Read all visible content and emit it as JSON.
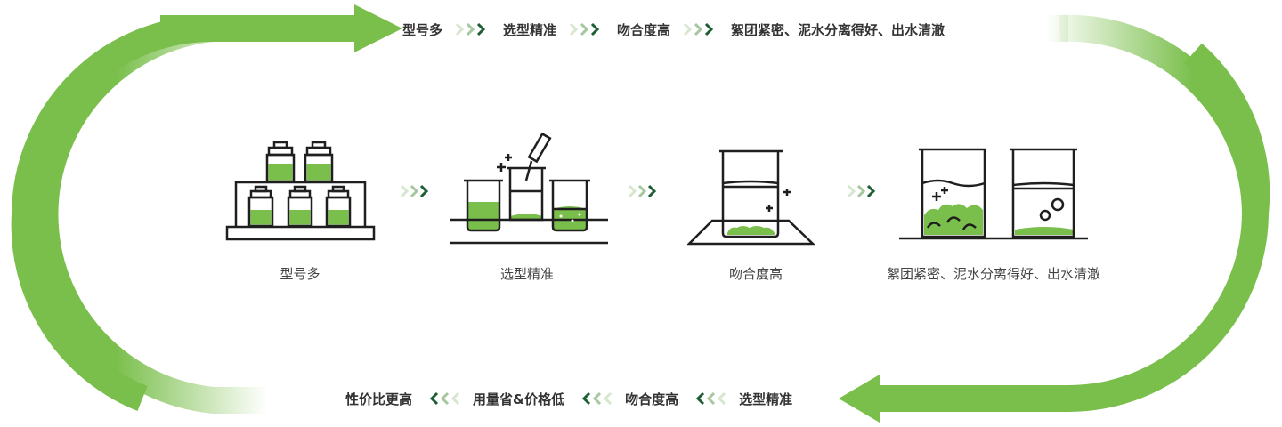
{
  "top_flow": {
    "steps": [
      "型号多",
      "选型精准",
      "吻合度高",
      "絮团紧密、泥水分离得好、出水清澈"
    ]
  },
  "process": {
    "steps": [
      {
        "label": "型号多",
        "icon": "sample-bottles-rack-icon"
      },
      {
        "label": "选型精准",
        "icon": "beakers-with-pipette-icon"
      },
      {
        "label": "吻合度高",
        "icon": "beaker-on-mat-icon"
      },
      {
        "label": "絮团紧密、泥水分离得好、出水清澈",
        "icon": "flocculation-beakers-icon"
      }
    ]
  },
  "bottom_flow": {
    "steps": [
      "性价比更高",
      "用量省&价格低",
      "吻合度高",
      "选型精准"
    ]
  },
  "colors": {
    "accent_green": "#7abf4c",
    "dark_green": "#1e5e35",
    "outline": "#1f1f1f"
  }
}
